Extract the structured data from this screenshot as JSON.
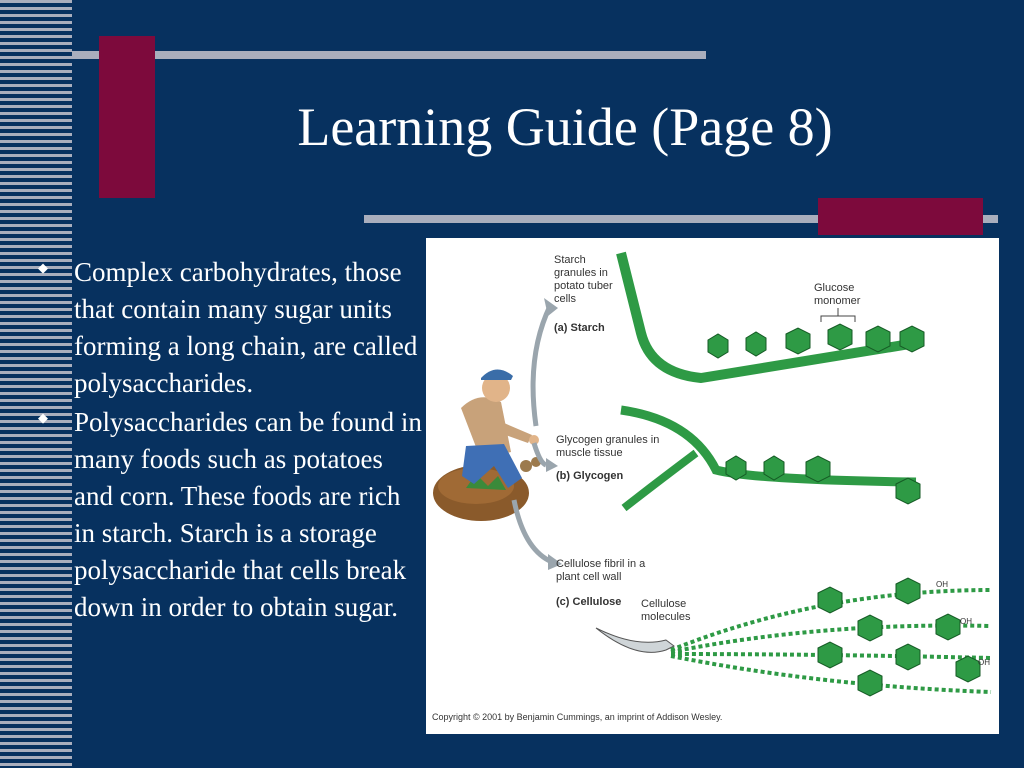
{
  "slide": {
    "title": "Learning Guide (Page 8)",
    "bullets": [
      "Complex carbohydrates, those that contain many sugar units forming a long chain, are called polysaccharides.",
      "Polysaccharides can be found in many foods such as potatoes and corn.  These foods are rich in starch.  Starch is a storage polysaccharide that cells break down in order to obtain sugar."
    ]
  },
  "figure": {
    "starch_caption": "Starch granules in potato tuber cells",
    "starch_label": "(a) Starch",
    "glucose_label": "Glucose monomer",
    "glycogen_caption": "Glycogen granules in muscle tissue",
    "glycogen_label": "(b) Glycogen",
    "cellulose_caption": "Cellulose fibril in a plant cell wall",
    "cellulose_label": "(c) Cellulose",
    "cellulose_molecules": "Cellulose molecules",
    "oh_label": "OH",
    "copyright": "Copyright © 2001 by Benjamin Cummings, an imprint of Addison Wesley."
  },
  "colors": {
    "background": "#07315f",
    "stripe": "#a9aebd",
    "accent": "#7d0a3c",
    "glucose_green": "#2e9a45"
  }
}
